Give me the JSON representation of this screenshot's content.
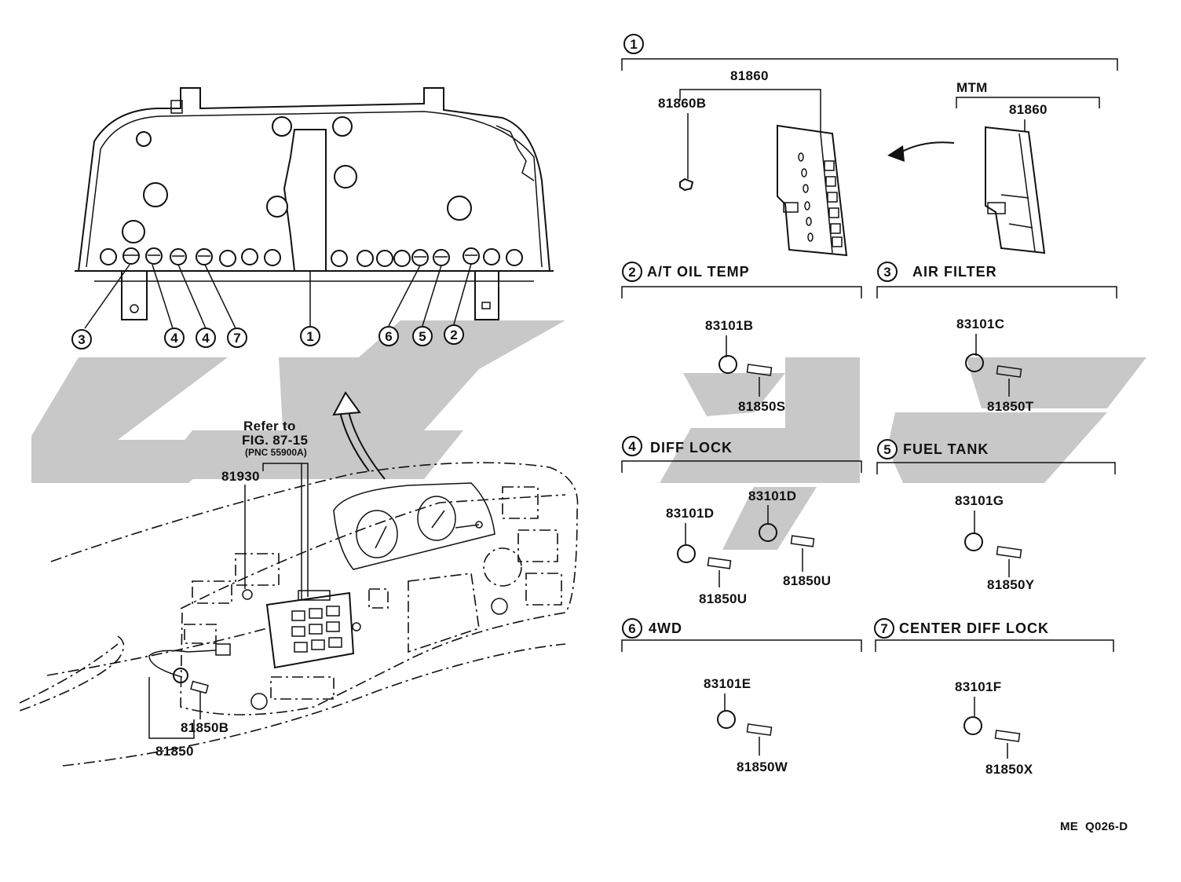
{
  "callouts_cluster": [
    "3",
    "4",
    "4",
    "7",
    "1",
    "6",
    "5",
    "2"
  ],
  "dash_labels": {
    "refer_to": "Refer to",
    "fig": "FIG. 87-15",
    "pnc": "(PNC 55900A)",
    "p81930": "81930",
    "p81850b": "81850B",
    "p81850": "81850"
  },
  "sections": {
    "s1": {
      "num": "1",
      "p81860": "81860",
      "p81860b": "81860B",
      "mtm": "MTM",
      "p81860_mtm": "81860"
    },
    "s2": {
      "num": "2",
      "title": "A/T OIL TEMP",
      "socket": "83101B",
      "bulb": "81850S"
    },
    "s3": {
      "num": "3",
      "title": "AIR FILTER",
      "socket": "83101C",
      "bulb": "81850T"
    },
    "s4": {
      "num": "4",
      "title": "DIFF LOCK",
      "socket_a": "83101D",
      "socket_b": "83101D",
      "bulb_a": "81850U",
      "bulb_b": "81850U"
    },
    "s5": {
      "num": "5",
      "title": "FUEL TANK",
      "socket": "83101G",
      "bulb": "81850Y"
    },
    "s6": {
      "num": "6",
      "title": "4WD",
      "socket": "83101E",
      "bulb": "81850W"
    },
    "s7": {
      "num": "7",
      "title": "CENTER DIFF LOCK",
      "socket": "83101F",
      "bulb": "81850X"
    }
  },
  "figure_code": "ME  Q026-D",
  "colors": {
    "ink": "#111111",
    "watermark": "#c8c8c8",
    "paper": "#ffffff"
  }
}
